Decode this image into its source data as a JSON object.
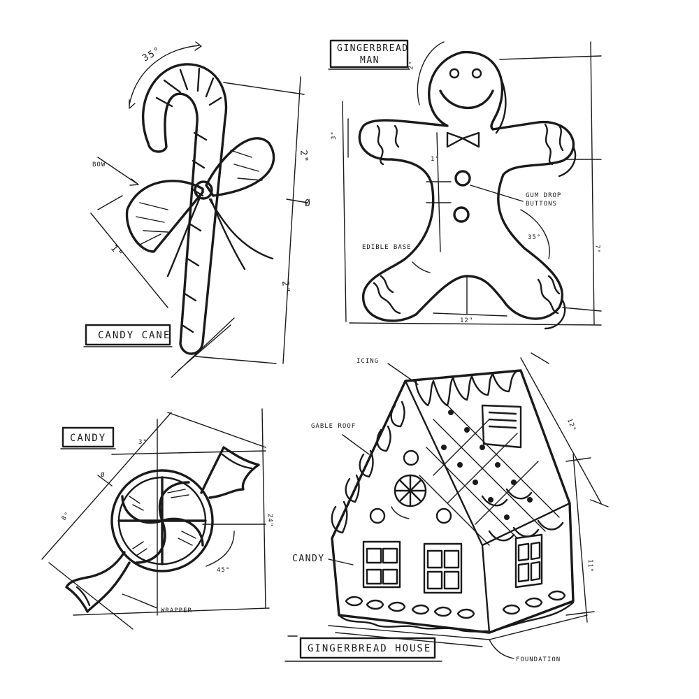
{
  "titles": {
    "candy_cane": "CANDY CANE",
    "gingerbread_man_line1": "GINGERBREAD",
    "gingerbread_man_line2": "MAN",
    "candy": "CANDY",
    "gingerbread_house": "GINGERBREAD HOUSE"
  },
  "labels": {
    "bow": "BOW",
    "gum_drop_1": "GUM DROP",
    "gum_drop_2": "BUTTONS",
    "edible_base": "EDIBLE BASE",
    "wrapper": "WRAPPER",
    "icing": "ICING",
    "gable_roof": "GABLE ROOF",
    "candy_label": "CANDY",
    "foundation": "FOUNDATION"
  },
  "dimensions": {
    "cane_angle": "35°",
    "cane_2a": "2\"",
    "cane_phi": "Ø",
    "cane_1": "1\"",
    "cane_2b": "2\"",
    "man_2a": "2\"",
    "man_3a": "3\"",
    "man_1": "1\"",
    "man_7": "7\"",
    "man_35": "35°",
    "man_12": "12\"",
    "candy_phi": "Ø",
    "candy_3": "3\"",
    "candy_8": "8\"",
    "candy_24": "24\"",
    "candy_45": "45°",
    "house_12": "12\"",
    "house_11": "11\""
  }
}
